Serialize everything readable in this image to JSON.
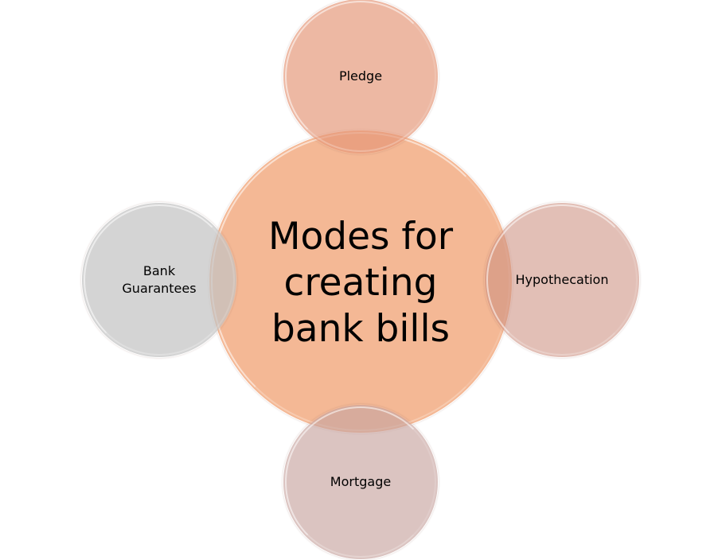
{
  "diagram": {
    "type": "radial-cycle",
    "center": {
      "label": "Modes for\ncreating\nbank bills",
      "color": "#F3B28C"
    },
    "satellites": [
      {
        "position": "top",
        "label": "Pledge",
        "color": "#EBB59F"
      },
      {
        "position": "left",
        "label": "Bank\nGuarantees",
        "color": "#D3D3D3"
      },
      {
        "position": "right",
        "label": "Hypothecation",
        "color": "#DFBEB6"
      },
      {
        "position": "bottom",
        "label": "Mortgage",
        "color": "#DAC6C5"
      }
    ]
  }
}
